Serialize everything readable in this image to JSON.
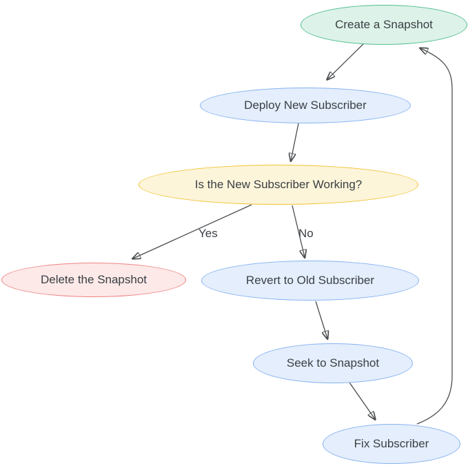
{
  "diagram": {
    "type": "flowchart",
    "nodes": [
      {
        "id": "create-snapshot",
        "label": "Create a Snapshot",
        "shape": "ellipse",
        "fill": "#ddf2e8",
        "stroke": "#4fbe8f"
      },
      {
        "id": "deploy-new-subscriber",
        "label": "Deploy New Subscriber",
        "shape": "ellipse",
        "fill": "#e4eefc",
        "stroke": "#85b2f2"
      },
      {
        "id": "is-new-subscriber-working",
        "label": "Is the New Subscriber Working?",
        "shape": "ellipse",
        "fill": "#fdf5da",
        "stroke": "#f1c232"
      },
      {
        "id": "delete-snapshot",
        "label": "Delete the Snapshot",
        "shape": "ellipse",
        "fill": "#fce9e8",
        "stroke": "#ee8482"
      },
      {
        "id": "revert-to-old-subscriber",
        "label": "Revert to Old Subscriber",
        "shape": "ellipse",
        "fill": "#e4eefc",
        "stroke": "#85b2f2"
      },
      {
        "id": "seek-to-snapshot",
        "label": "Seek to Snapshot",
        "shape": "ellipse",
        "fill": "#e4eefc",
        "stroke": "#85b2f2"
      },
      {
        "id": "fix-subscriber",
        "label": "Fix Subscriber",
        "shape": "ellipse",
        "fill": "#e4eefc",
        "stroke": "#85b2f2"
      }
    ],
    "edges": [
      {
        "from": "create-snapshot",
        "to": "deploy-new-subscriber",
        "label": ""
      },
      {
        "from": "deploy-new-subscriber",
        "to": "is-new-subscriber-working",
        "label": ""
      },
      {
        "from": "is-new-subscriber-working",
        "to": "delete-snapshot",
        "label": "Yes"
      },
      {
        "from": "is-new-subscriber-working",
        "to": "revert-to-old-subscriber",
        "label": "No"
      },
      {
        "from": "revert-to-old-subscriber",
        "to": "seek-to-snapshot",
        "label": ""
      },
      {
        "from": "seek-to-snapshot",
        "to": "fix-subscriber",
        "label": ""
      },
      {
        "from": "fix-subscriber",
        "to": "create-snapshot",
        "label": ""
      }
    ],
    "colors": {
      "edge": "#4a4d4f",
      "text": "#3b4045"
    }
  }
}
